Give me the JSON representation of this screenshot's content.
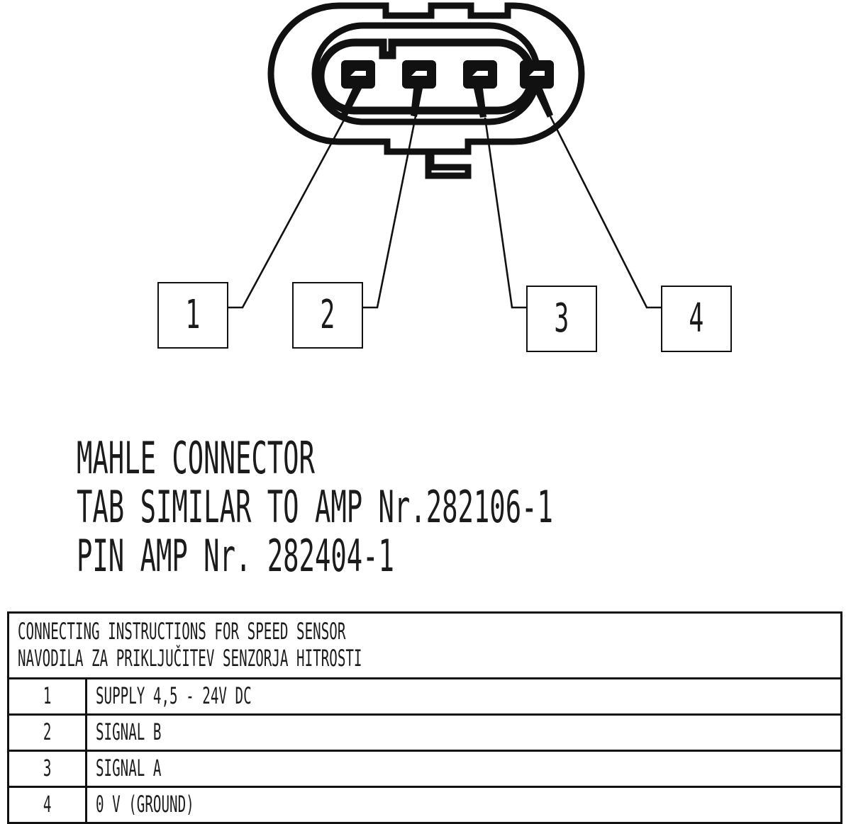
{
  "drawing": {
    "title": "MAHLE CONNECTOR pin assignment drawing",
    "line_color": "#111111",
    "background": "#ffffff"
  },
  "connector": {
    "name": "mahle-4-pin-connector",
    "pin_count": 4,
    "pins": [
      {
        "index": 1,
        "label": "1"
      },
      {
        "index": 2,
        "label": "2"
      },
      {
        "index": 3,
        "label": "3"
      },
      {
        "index": 4,
        "label": "4"
      }
    ]
  },
  "pin_boxes": [
    {
      "label": "1"
    },
    {
      "label": "2"
    },
    {
      "label": "3"
    },
    {
      "label": "4"
    }
  ],
  "caption": {
    "lines": [
      "MAHLE CONNECTOR",
      "TAB SIMILAR TO AMP Nr.282106-1",
      "PIN AMP Nr. 282404-1"
    ]
  },
  "table": {
    "header": {
      "line_en": "CONNECTING INSTRUCTIONS FOR SPEED SENSOR",
      "line_sl": "NAVODILA ZA PRIKLJUČITEV SENZORJA HITROSTI"
    },
    "rows": [
      {
        "num": "1",
        "value": "SUPPLY 4,5 - 24V DC"
      },
      {
        "num": "2",
        "value": "SIGNAL B"
      },
      {
        "num": "3",
        "value": "SIGNAL A"
      },
      {
        "num": "4",
        "value": "0 V (GROUND)"
      }
    ]
  }
}
